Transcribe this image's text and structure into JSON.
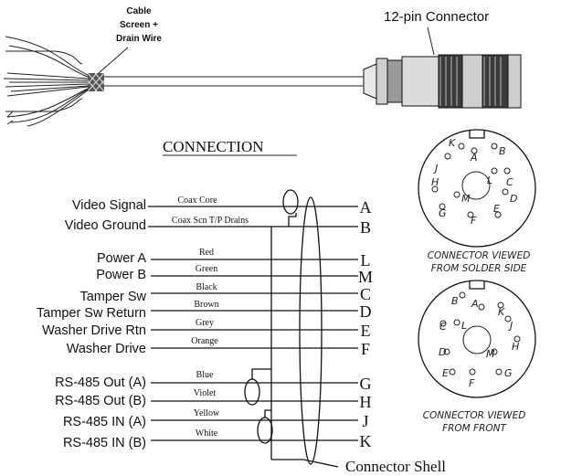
{
  "cable": {
    "screen_label_lines": [
      "Cable",
      "Screen +",
      "Drain Wire"
    ],
    "connector_label": "12-pin Connector"
  },
  "connection_title": "CONNECTION",
  "signals": [
    {
      "name": "Video Signal",
      "wire": "Coax Core",
      "pin": "A"
    },
    {
      "name": "Video Ground",
      "wire": "Coax Scn T/P Drains",
      "pin": "B"
    },
    {
      "name": "Power A",
      "wire": "Red",
      "pin": "L"
    },
    {
      "name": "Power B",
      "wire": "Green",
      "pin": "M"
    },
    {
      "name": "Tamper Sw",
      "wire": "Black",
      "pin": "C"
    },
    {
      "name": "Tamper Sw Return",
      "wire": "Brown",
      "pin": "D"
    },
    {
      "name": "Washer Drive Rtn",
      "wire": "Grey",
      "pin": "E"
    },
    {
      "name": "Washer Drive",
      "wire": "Orange",
      "pin": "F"
    },
    {
      "name": "RS-485 Out (A)",
      "wire": "Blue",
      "pin": "G"
    },
    {
      "name": "RS-485 Out (B)",
      "wire": "Violet",
      "pin": "H"
    },
    {
      "name": "RS-485 IN (A)",
      "wire": "Yellow",
      "pin": "J"
    },
    {
      "name": "RS-485 IN (B)",
      "wire": "White",
      "pin": "K"
    }
  ],
  "shell_label": "Connector Shell",
  "connector_views": [
    {
      "caption_lines": [
        "CONNECTOR VIEWED",
        "FROM SOLDER SIDE"
      ],
      "pins": [
        "K",
        "A",
        "B",
        "J",
        "L",
        "C",
        "H",
        "M",
        "D",
        "G",
        "F",
        "E"
      ]
    },
    {
      "caption_lines": [
        "CONNECTOR VIEWED",
        "FROM FRONT"
      ],
      "pins": [
        "B",
        "A",
        "K",
        "C",
        "L",
        "J",
        "H",
        "D",
        "M",
        "G",
        "F",
        "E"
      ]
    }
  ]
}
